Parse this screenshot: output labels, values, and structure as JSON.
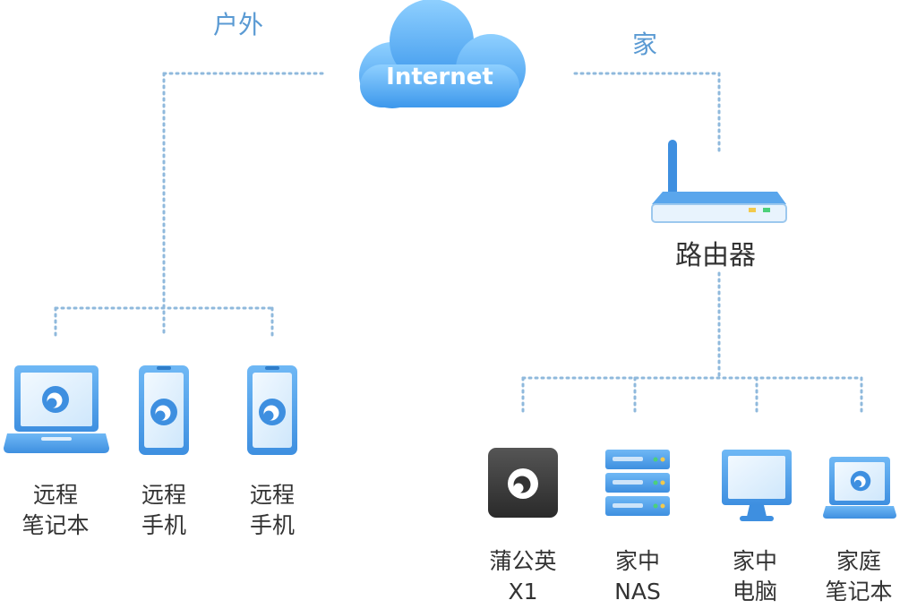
{
  "regions": {
    "outdoor": "户外",
    "home": "家"
  },
  "internet": {
    "label": "Internet"
  },
  "router": {
    "label": "路由器"
  },
  "outdoor_devices": [
    {
      "line1": "远程",
      "line2": "笔记本",
      "icon": "laptop-icon"
    },
    {
      "line1": "远程",
      "line2": "手机",
      "icon": "phone-icon"
    },
    {
      "line1": "远程",
      "line2": "手机",
      "icon": "phone-icon"
    }
  ],
  "home_devices": [
    {
      "line1": "蒲公英",
      "line2": "X1",
      "icon": "router-box-icon"
    },
    {
      "line1": "家中",
      "line2": "NAS",
      "icon": "nas-icon"
    },
    {
      "line1": "家中",
      "line2": "电脑",
      "icon": "monitor-icon"
    },
    {
      "line1": "家庭",
      "line2": "笔记本",
      "icon": "laptop-icon"
    }
  ],
  "colors": {
    "line": "#8fb9dc",
    "device_blue": "#4f9ee8",
    "device_light": "#dff0ff",
    "label_blue": "#5a9ad3",
    "x1_dark": "#3a3a3a"
  }
}
